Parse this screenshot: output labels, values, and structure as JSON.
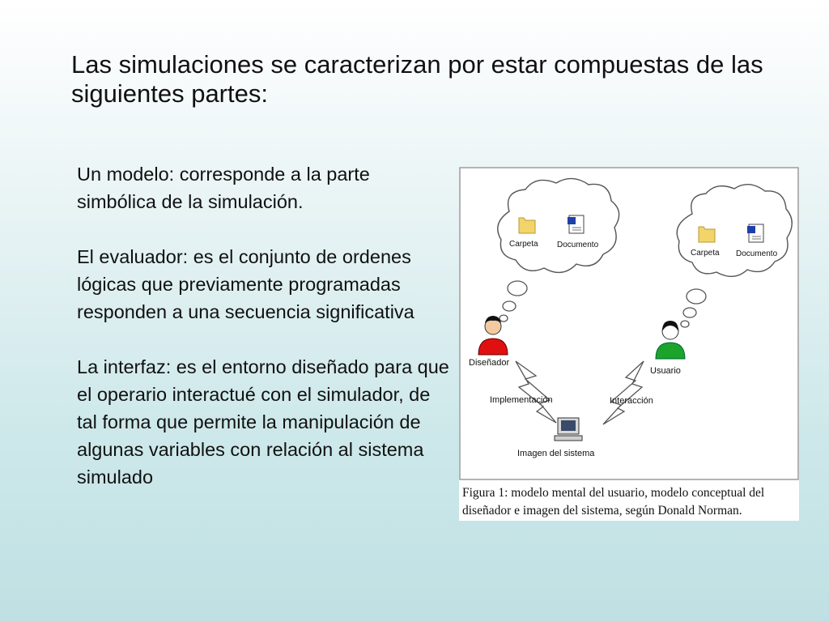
{
  "title": "Las simulaciones se caracterizan por estar compuestas de las siguientes partes:",
  "paragraphs": [
    "Un modelo: corresponde a la parte simbólica de la simulación.",
    "El evaluador: es el conjunto de ordenes lógicas que previamente programadas responden a una secuencia significativa",
    "La interfaz: es el entorno diseñado para que el operario interactué con el simulador, de tal forma que permite la manipulación de algunas variables con relación al sistema simulado"
  ],
  "figure": {
    "left_cloud": {
      "folder_label": "Carpeta",
      "document_label": "Documento"
    },
    "right_cloud": {
      "folder_label": "Carpeta",
      "document_label": "Documento"
    },
    "designer_label": "Diseñador",
    "user_label": "Usuario",
    "implementation_label": "Implementación",
    "interaction_label": "Interacción",
    "system_label": "Imagen del sistema",
    "caption": "Figura 1: modelo mental del usuario, modelo conceptual del diseñador e imagen del sistema, según Donald Norman.",
    "colors": {
      "designer_shirt": "#e01010",
      "user_shirt": "#1aa52a",
      "folder": "#f2d46a",
      "frame": "#9a9a9a"
    }
  }
}
